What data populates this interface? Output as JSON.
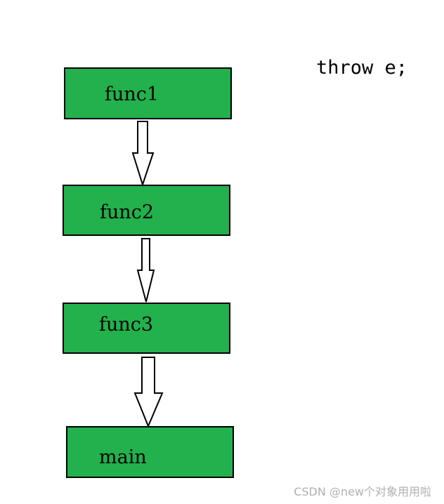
{
  "diagram": {
    "throw_statement": "throw e;",
    "nodes": [
      {
        "id": "func1",
        "label": "func1"
      },
      {
        "id": "func2",
        "label": "func2"
      },
      {
        "id": "func3",
        "label": "func3"
      },
      {
        "id": "main",
        "label": "main"
      }
    ],
    "edges": [
      {
        "from": "func1",
        "to": "func2"
      },
      {
        "from": "func2",
        "to": "func3"
      },
      {
        "from": "func3",
        "to": "main"
      }
    ],
    "colors": {
      "node_fill": "#22b14c",
      "node_border": "#000000",
      "arrow_fill": "#ffffff",
      "arrow_stroke": "#000000"
    }
  },
  "watermark": "CSDN @new个对象用用啦"
}
